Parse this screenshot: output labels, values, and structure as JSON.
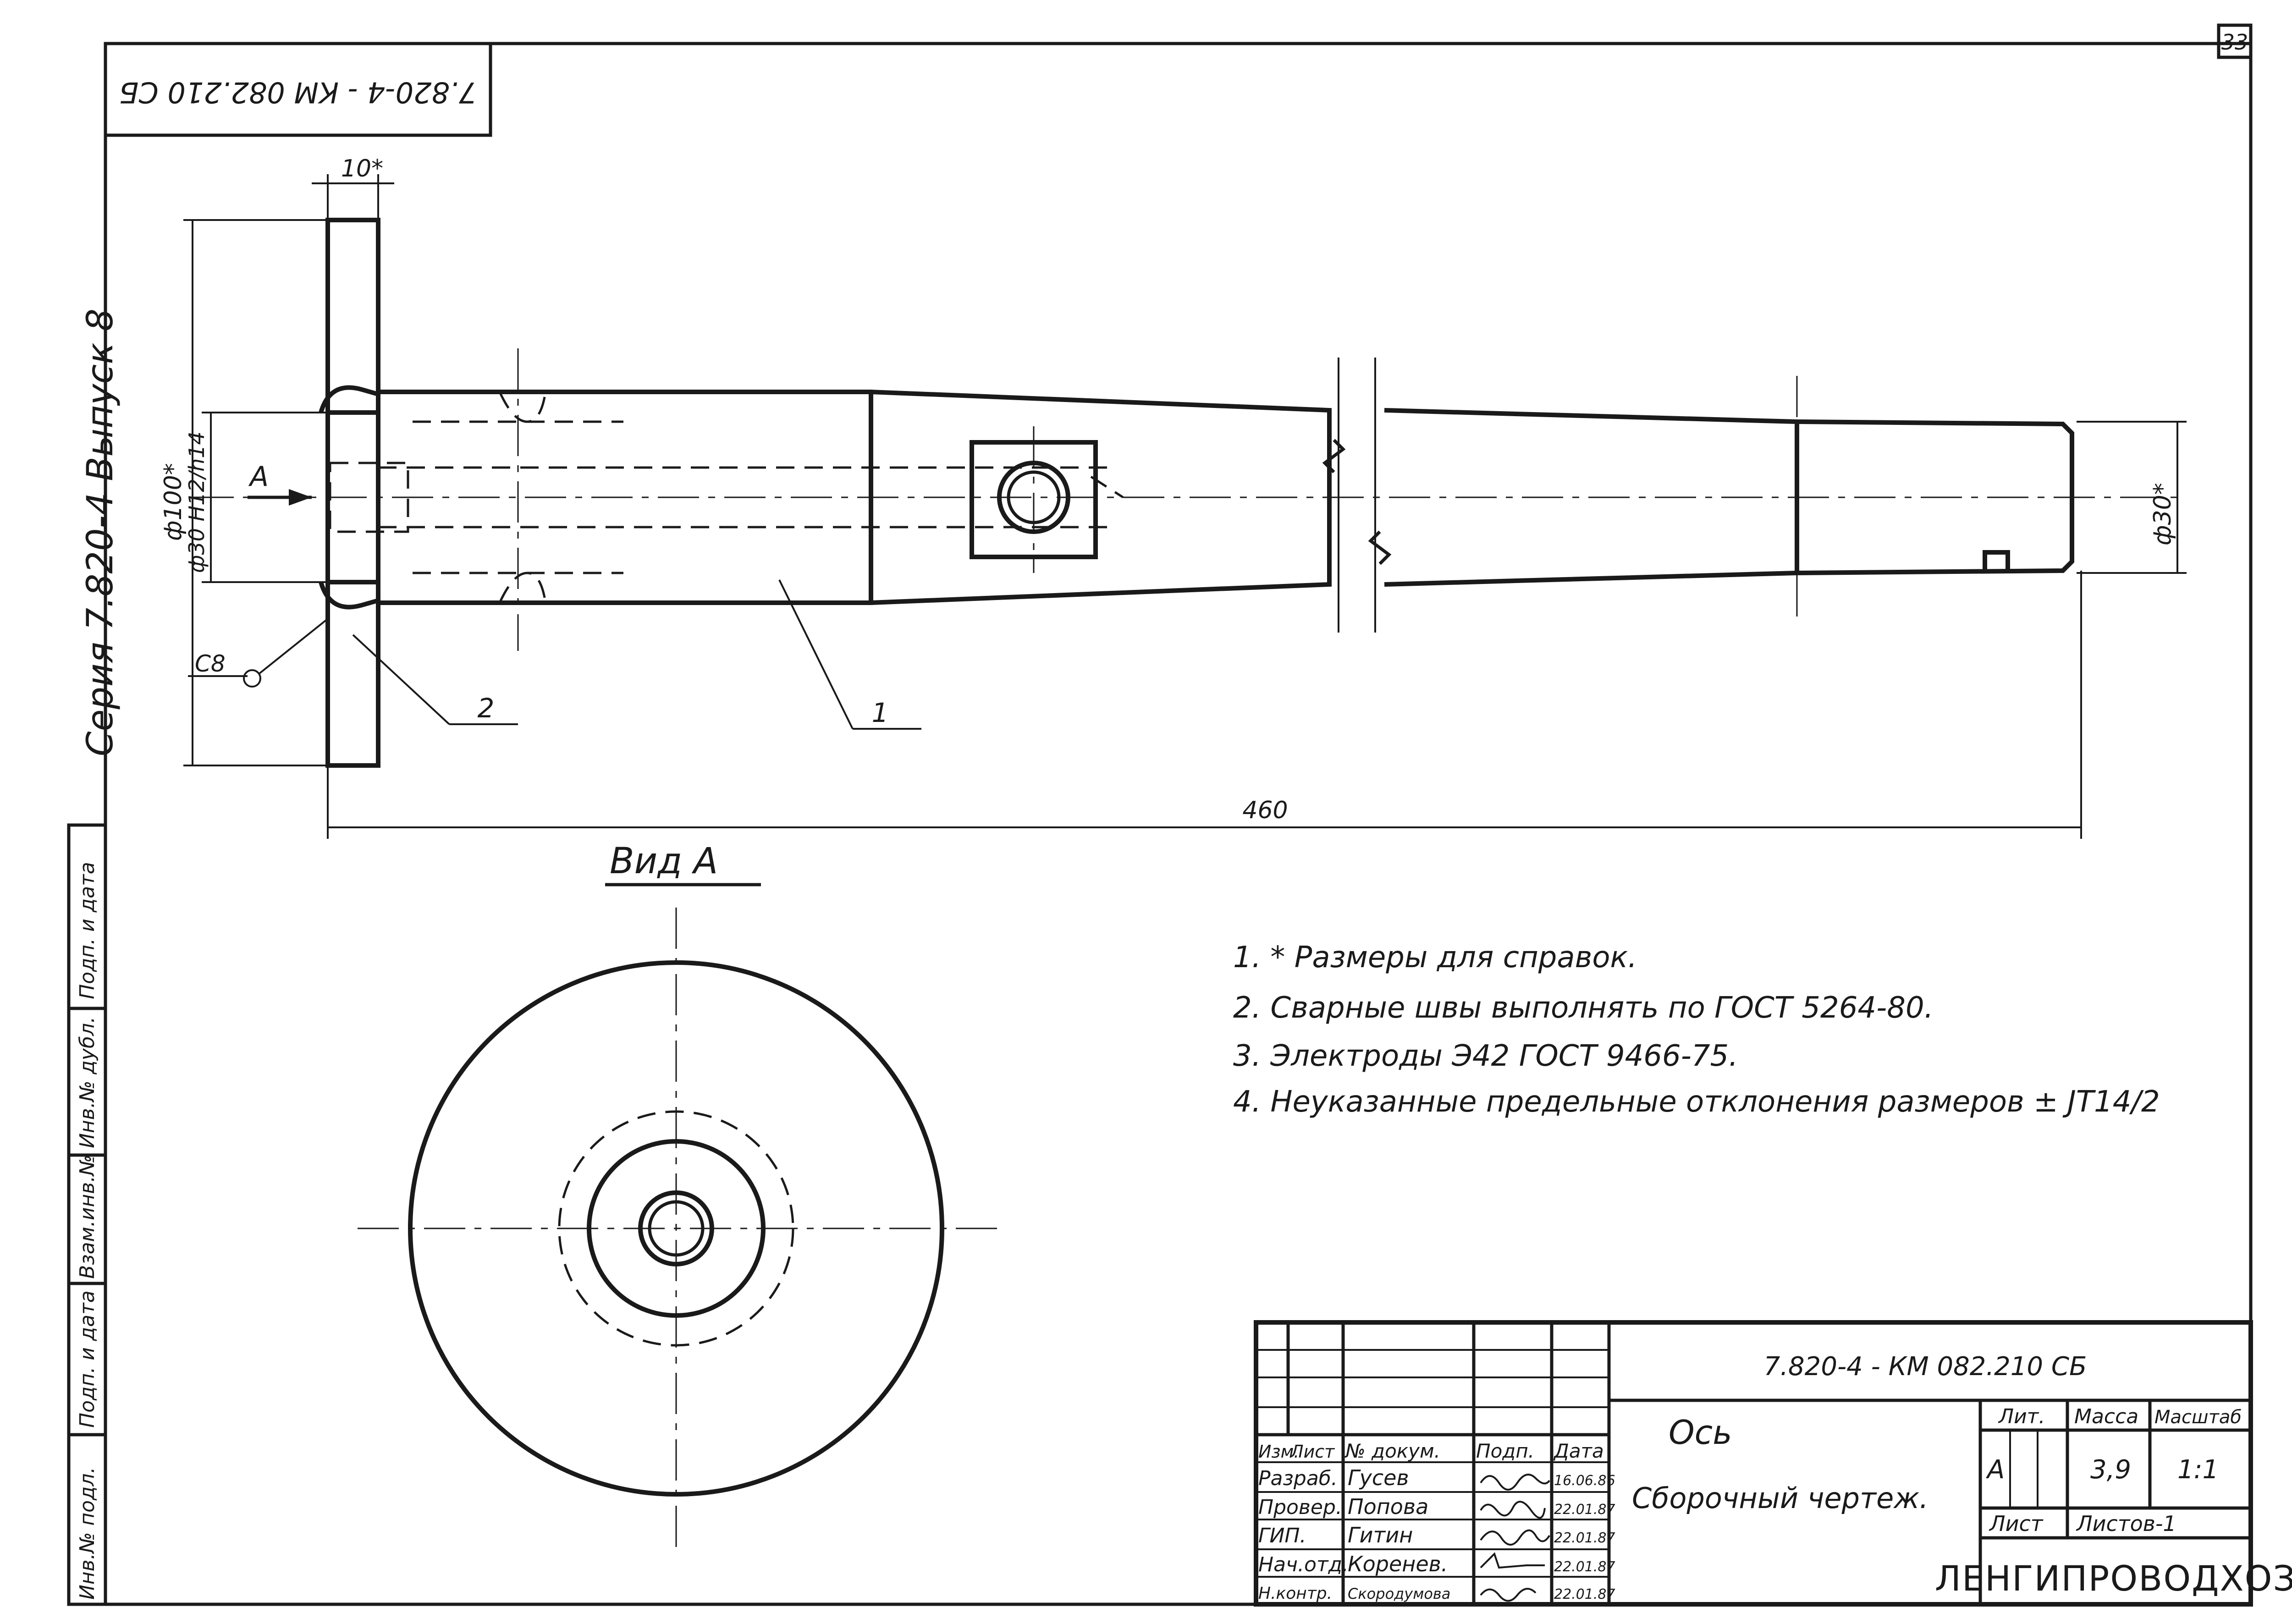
{
  "sheet": {
    "page_number": "33",
    "doc_code_mirrored": "7.820-4 - КМ 082.210 СБ",
    "side_label": "Серия 7.820-4     Выпуск 8"
  },
  "left_strip": {
    "cells": [
      "Подп. и дата",
      "Инв.№ дубл.",
      "Взам.инв.№",
      "Подп. и дата",
      "Инв.№ подл."
    ]
  },
  "drawing": {
    "dim_top": "10*",
    "dim_dia_outer": "ф100*",
    "dim_dia_inner": "ф30 H12/h14",
    "dim_dia_right": "ф30*",
    "dim_length": "460",
    "view_arrow_label": "А",
    "weld_label": "С8",
    "leader_1": "1",
    "leader_2": "2"
  },
  "view_a": {
    "title": "Вид А"
  },
  "notes": [
    "1. * Размеры для справок.",
    "2. Сварные швы выполнять по ГОСТ 5264-80.",
    "3. Электроды Э42 ГОСТ 9466-75.",
    "4. Неуказанные предельные отклонения размеров ± JT14/2"
  ],
  "title_block": {
    "doc_code": "7.820-4 - КМ 082.210 СБ",
    "name": "Ось",
    "subtitle": "Сборочный чертеж.",
    "headers": [
      "Изм.",
      "Лист",
      "№ докум.",
      "Подп.",
      "Дата"
    ],
    "rows": [
      {
        "role": "Разраб.",
        "name": "Гусев",
        "date": "16.06.86"
      },
      {
        "role": "Провер.",
        "name": "Попова",
        "date": "22.01.87"
      },
      {
        "role": "ГИП.",
        "name": "Гитин",
        "date": "22.01.87"
      },
      {
        "role": "Нач.отд.",
        "name": "Коренев.",
        "date": "22.01.87"
      },
      {
        "role": "Н.контр.",
        "name": "Скородумова",
        "date": "22.01.87"
      }
    ],
    "lit_label": "Лит.",
    "mass_label": "Масса",
    "scale_label": "Масштаб",
    "lit_value": "А",
    "mass_value": "3,9",
    "scale_value": "1:1",
    "sheet_label": "Лист",
    "sheets_label": "Листов-1",
    "org": "ЛЕНГИПРОВОДХОЗ"
  }
}
